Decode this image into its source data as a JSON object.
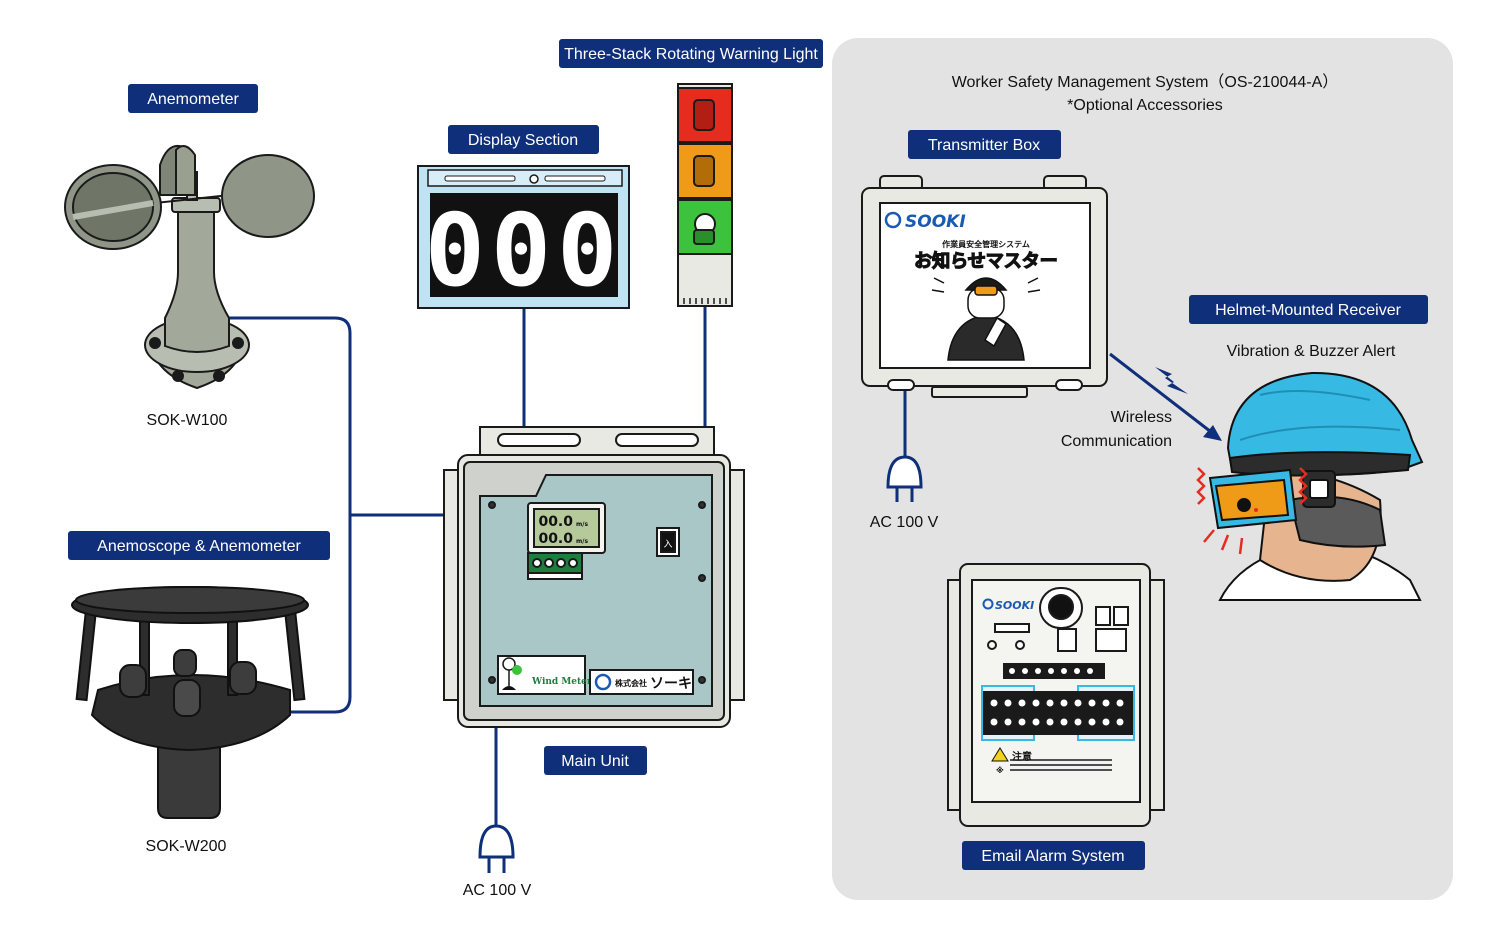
{
  "colors": {
    "label_bg": "#0f2f7a",
    "connector": "#0f2f7a",
    "panel_bg": "#e3e3e3",
    "device_body": "#e9e9e3",
    "display_blue": "#bfe3f3",
    "display_black": "#111111",
    "lamp_red": "#e62c1f",
    "lamp_amber": "#ef9b18",
    "lamp_green": "#3cc23c",
    "main_panel": "#a9c7c7",
    "helmet": "#36b9e3",
    "anemometer_body": "#a3a99a"
  },
  "labels": {
    "anemometer": "Anemometer",
    "anemoscope": "Anemoscope & Anemometer",
    "display_section": "Display Section",
    "warning_light": "Three-Stack Rotating Warning Light",
    "main_unit": "Main Unit",
    "transmitter_box": "Transmitter Box",
    "helmet_receiver": "Helmet-Mounted Receiver",
    "email_alarm": "Email Alarm System"
  },
  "captions": {
    "sok_w100": "SOK-W100",
    "sok_w200": "SOK-W200",
    "ac_main": "AC 100 V",
    "ac_transmitter": "AC 100 V",
    "wireless_line1": "Wireless",
    "wireless_line2": "Communication",
    "vibration": "Vibration & Buzzer Alert"
  },
  "panel": {
    "title": "Worker Safety Management System（OS-210044-A）",
    "subtitle": "*Optional Accessories"
  },
  "devices": {
    "display_digits": "000",
    "main_lcd_line1": "00.0",
    "main_lcd_line2": "00.0",
    "lcd_unit": "m/s",
    "switch_label": "入",
    "wind_meter_logo": "Wind Meter",
    "company_prefix": "株式会社",
    "company_name": "ソーキ",
    "sooki_logo": "SOOKI",
    "transmitter_subtitle": "作業員安全管理システム",
    "transmitter_product": "お知らせマスター",
    "email_caution": "注意",
    "email_note_mark": "※"
  },
  "icons": [
    "power-plug-icon",
    "lightning-bolt-icon",
    "warning-triangle-icon",
    "sooki-logo-icon"
  ]
}
